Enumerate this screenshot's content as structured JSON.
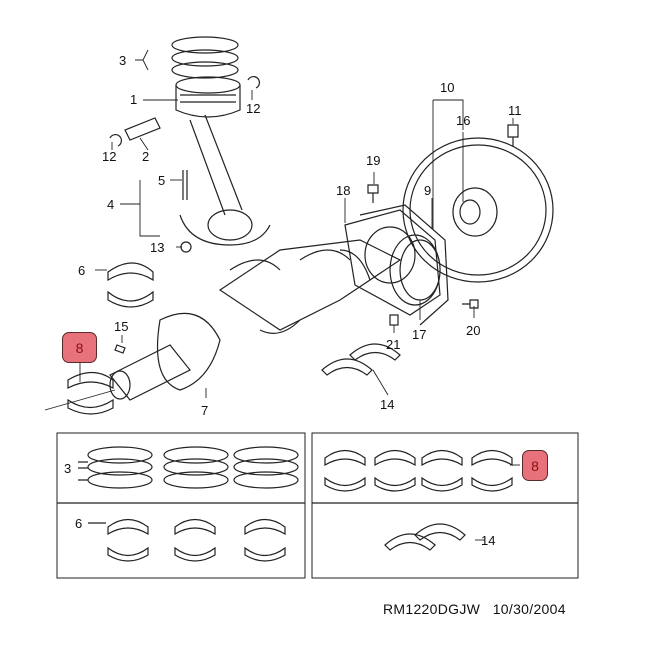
{
  "callouts": {
    "piston_rings": "3",
    "piston": "1",
    "snap_ring_right": "12",
    "snap_ring_left": "12",
    "piston_pin": "2",
    "rod_bolt": "5",
    "connecting_rod": "4",
    "rod_nut": "13",
    "rod_bearing": "6",
    "key": "15",
    "crankshaft": "7",
    "bolt_19": "19",
    "retainer": "18",
    "oil_seal": "9",
    "flywheel": "10",
    "flywheel_bolt": "11",
    "pilot_bearing": "16",
    "gasket": "17",
    "bolt_20": "20",
    "dowel": "21",
    "thrust_washer": "14"
  },
  "highlighted": {
    "main_bearing_top": "8",
    "main_bearing_panel": "8"
  },
  "panels": {
    "rings_label": "3",
    "rod_bearing_label": "6",
    "main_bearing_label": "8",
    "thrust_label": "14"
  },
  "caption": {
    "code": "RM1220DGJW",
    "date": "10/30/2004"
  },
  "colors": {
    "highlight": "#e8727c"
  }
}
